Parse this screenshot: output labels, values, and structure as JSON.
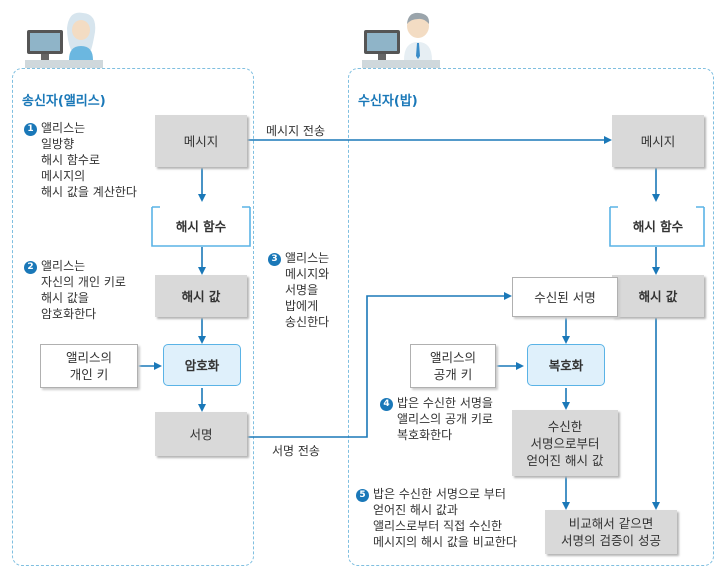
{
  "sender": {
    "title": "송신자(앨리스)",
    "message": "메시지",
    "hash_function": "해시 함수",
    "hash_value": "해시 값",
    "private_key": "앨리스의\n개인 키",
    "encrypt": "암호화",
    "signature": "서명"
  },
  "receiver": {
    "title": "수신자(밥)",
    "message": "메시지",
    "hash_function": "해시 함수",
    "hash_value": "해시 값",
    "received_signature": "수신된 서명",
    "public_key": "앨리스의\n공개 키",
    "decrypt": "복호화",
    "decrypted_hash": "수신한\n서명으로부터\n얻어진 해시 값",
    "compare": "비교해서 같으면\n서명의 검증이 성공"
  },
  "links": {
    "message_send": "메시지 전송",
    "signature_send": "서명 전송"
  },
  "steps": {
    "s1_num": "1",
    "s1": "앨리스는\n일방향\n해시 함수로\n메시지의\n해시 값을 계산한다",
    "s2_num": "2",
    "s2": "앨리스는\n자신의 개인 키로\n해시 값을\n암호화한다",
    "s3_num": "3",
    "s3": "앨리스는\n메시지와\n서명을\n밥에게\n송신한다",
    "s4_num": "4",
    "s4": "밥은 수신한 서명을\n앨리스의 공개 키로\n복호화한다",
    "s5_num": "5",
    "s5": "밥은 수신한 서명으로 부터\n얻어진 해시 값과\n앨리스로부터 직접 수신한\n메시지의 해시 값을 비교한다"
  },
  "colors": {
    "accent": "#1a78b8",
    "panel_border": "#7fbfe0",
    "box_gray": "#d9d9d9",
    "box_blue": "#dff0fb"
  }
}
